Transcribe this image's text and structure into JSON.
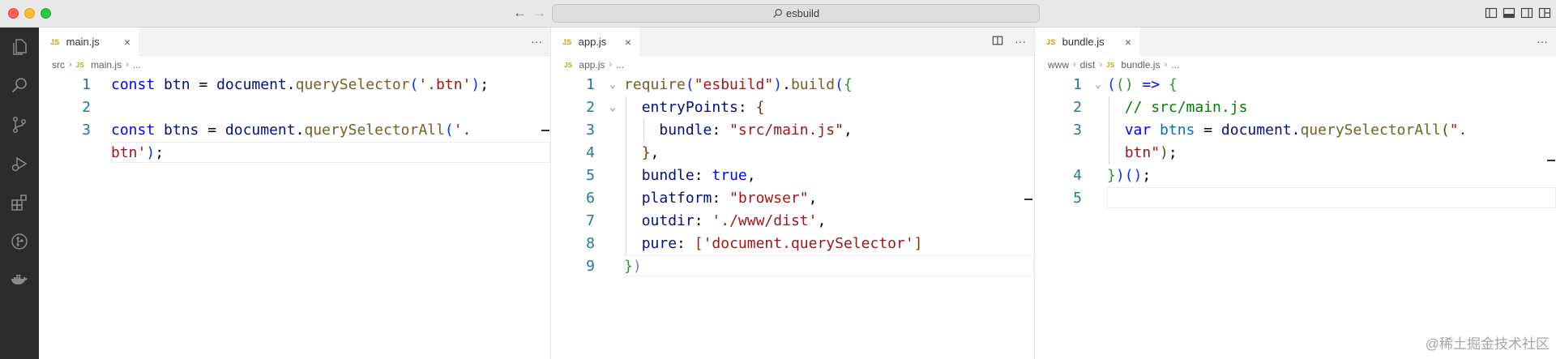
{
  "window": {
    "search_label": "esbuild"
  },
  "editors": [
    {
      "tab": {
        "badge": "JS",
        "label": "main.js",
        "close": "×"
      },
      "actions": {
        "more": "···"
      },
      "breadcrumb": {
        "parts": [
          "src",
          "main.js",
          "..."
        ],
        "badge": "JS"
      },
      "lines": [
        {
          "num": "1",
          "tokens": [
            [
              "kw",
              "const"
            ],
            [
              "punc",
              " "
            ],
            [
              "var",
              "btn"
            ],
            [
              "punc",
              " = "
            ],
            [
              "var",
              "document"
            ],
            [
              "punc",
              "."
            ],
            [
              "fn",
              "querySelector"
            ],
            [
              "br1",
              "("
            ],
            [
              "str",
              "'.btn'"
            ],
            [
              "br1",
              ")"
            ],
            [
              "punc",
              ";"
            ]
          ]
        },
        {
          "num": "2",
          "tokens": []
        },
        {
          "num": "3",
          "tokens": [
            [
              "kw",
              "const"
            ],
            [
              "punc",
              " "
            ],
            [
              "var",
              "btns"
            ],
            [
              "punc",
              " = "
            ],
            [
              "var",
              "document"
            ],
            [
              "punc",
              "."
            ],
            [
              "fn",
              "querySelectorAll"
            ],
            [
              "br1",
              "("
            ],
            [
              "str",
              "'."
            ]
          ]
        },
        {
          "num": "",
          "tokens": [
            [
              "str",
              "btn'"
            ],
            [
              "br1",
              ")"
            ],
            [
              "punc",
              ";"
            ]
          ]
        }
      ]
    },
    {
      "tab": {
        "badge": "JS",
        "label": "app.js",
        "close": "×"
      },
      "actions": {
        "split": "split-editor",
        "more": "···"
      },
      "breadcrumb": {
        "parts": [
          "app.js",
          "..."
        ],
        "badge": "JS"
      },
      "lines": [
        {
          "num": "1",
          "fold": "⌄",
          "tokens": [
            [
              "fn",
              "require"
            ],
            [
              "br1",
              "("
            ],
            [
              "str",
              "\"esbuild\""
            ],
            [
              "br1",
              ")"
            ],
            [
              "punc",
              "."
            ],
            [
              "fn",
              "build"
            ],
            [
              "br1",
              "("
            ],
            [
              "br2",
              "{"
            ]
          ]
        },
        {
          "num": "2",
          "fold": "⌄",
          "tokens": [
            [
              "punc",
              "  "
            ],
            [
              "prop",
              "entryPoints"
            ],
            [
              "punc",
              ": "
            ],
            [
              "br3",
              "{"
            ]
          ]
        },
        {
          "num": "3",
          "tokens": [
            [
              "punc",
              "    "
            ],
            [
              "prop",
              "bundle"
            ],
            [
              "punc",
              ": "
            ],
            [
              "str",
              "\"src/main.js\""
            ],
            [
              "punc",
              ","
            ]
          ]
        },
        {
          "num": "4",
          "tokens": [
            [
              "punc",
              "  "
            ],
            [
              "br3",
              "}"
            ],
            [
              "punc",
              ","
            ]
          ]
        },
        {
          "num": "5",
          "tokens": [
            [
              "punc",
              "  "
            ],
            [
              "prop",
              "bundle"
            ],
            [
              "punc",
              ": "
            ],
            [
              "lit",
              "true"
            ],
            [
              "punc",
              ","
            ]
          ]
        },
        {
          "num": "6",
          "tokens": [
            [
              "punc",
              "  "
            ],
            [
              "prop",
              "platform"
            ],
            [
              "punc",
              ": "
            ],
            [
              "str",
              "\"browser\""
            ],
            [
              "punc",
              ","
            ]
          ]
        },
        {
          "num": "7",
          "tokens": [
            [
              "punc",
              "  "
            ],
            [
              "prop",
              "outdir"
            ],
            [
              "punc",
              ": "
            ],
            [
              "str",
              "'./www/dist'"
            ],
            [
              "punc",
              ","
            ]
          ]
        },
        {
          "num": "8",
          "tokens": [
            [
              "punc",
              "  "
            ],
            [
              "prop",
              "pure"
            ],
            [
              "punc",
              ": "
            ],
            [
              "br3",
              "["
            ],
            [
              "str",
              "'document.querySelector'"
            ],
            [
              "br3",
              "]"
            ]
          ]
        },
        {
          "num": "9",
          "tokens": [
            [
              "br2",
              "}"
            ],
            [
              "bg-dim",
              ")"
            ]
          ]
        }
      ]
    },
    {
      "tab": {
        "badge": "JS",
        "label": "bundle.js",
        "close": "×"
      },
      "actions": {
        "more": "···"
      },
      "breadcrumb": {
        "parts": [
          "www",
          "dist",
          "bundle.js",
          "..."
        ],
        "badge": "JS"
      },
      "lines": [
        {
          "num": "1",
          "fold": "⌄",
          "tokens": [
            [
              "br1",
              "("
            ],
            [
              "br2",
              "("
            ],
            [
              "br2",
              ")"
            ],
            [
              "punc",
              " "
            ],
            [
              "kw",
              "=>"
            ],
            [
              "punc",
              " "
            ],
            [
              "br2",
              "{"
            ]
          ]
        },
        {
          "num": "2",
          "tokens": [
            [
              "punc",
              "  "
            ],
            [
              "com",
              "// src/main.js"
            ]
          ]
        },
        {
          "num": "3",
          "tokens": [
            [
              "punc",
              "  "
            ],
            [
              "kw",
              "var"
            ],
            [
              "punc",
              " "
            ],
            [
              "cst",
              "btns"
            ],
            [
              "punc",
              " = "
            ],
            [
              "var",
              "document"
            ],
            [
              "punc",
              "."
            ],
            [
              "fn",
              "querySelectorAll"
            ],
            [
              "br3",
              "("
            ],
            [
              "str",
              "\"."
            ]
          ]
        },
        {
          "num": "",
          "tokens": [
            [
              "punc",
              "  "
            ],
            [
              "str",
              "btn\""
            ],
            [
              "br3",
              ")"
            ],
            [
              "punc",
              ";"
            ]
          ]
        },
        {
          "num": "4",
          "tokens": [
            [
              "br2",
              "}"
            ],
            [
              "br1",
              ")"
            ],
            [
              "br1",
              "("
            ],
            [
              "br1",
              ")"
            ],
            [
              "punc",
              ";"
            ]
          ]
        },
        {
          "num": "5",
          "tokens": []
        }
      ]
    }
  ],
  "watermark": "@稀土掘金技术社区",
  "icons": [
    "explorer-icon",
    "search-icon",
    "source-control-icon",
    "run-debug-icon",
    "extensions-icon",
    "remote-icon",
    "docker-icon"
  ]
}
